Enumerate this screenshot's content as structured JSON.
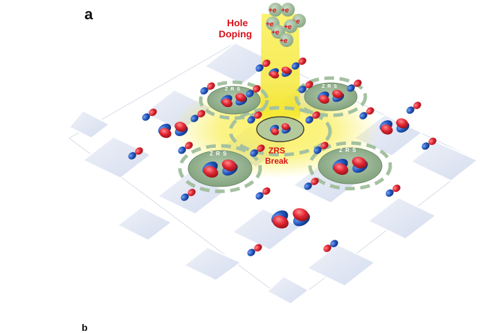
{
  "panel_label": "a",
  "panel_label_next": "b",
  "doping": {
    "line1": "Hole",
    "line2": "Doping",
    "carrier_label": "+e"
  },
  "zrs": {
    "label": "Z R S",
    "center_line1": "ZRS",
    "center_line2": "Break"
  },
  "colors": {
    "o_orbital_red": "#d81e2a",
    "o_orbital_blue": "#1f53b8",
    "cu_orbital_blue": "#1f53b8",
    "cu_orbital_red": "#d81e2a",
    "zrs_disk": "#8fb08a",
    "beam_yellow": "#f4e400",
    "tile_light": "#e4e9f4",
    "tile_white": "#ffffff",
    "arrow_green": "#a4c1a0",
    "text_red": "#d8121a"
  }
}
